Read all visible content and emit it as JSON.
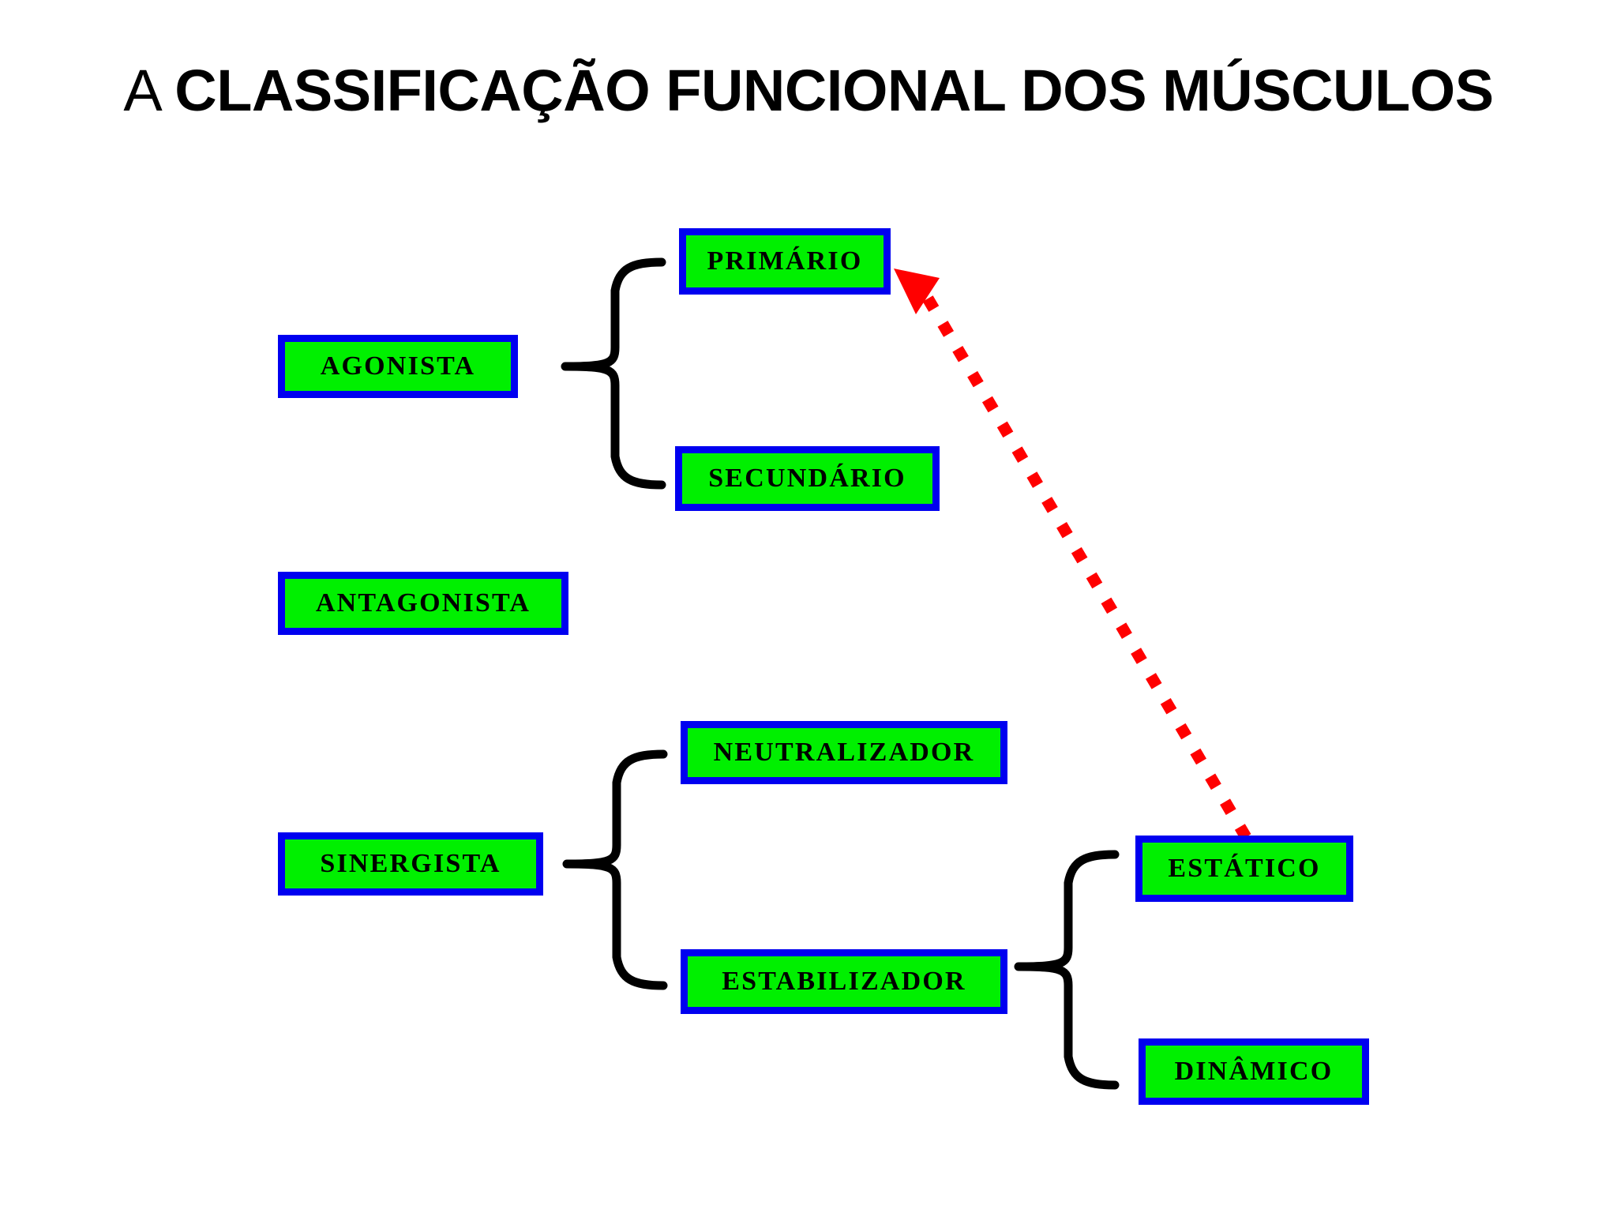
{
  "slide": {
    "title_lead": "A ",
    "title_strong": "CLASSIFICAÇÃO FUNCIONAL DOS MÚSCULOS",
    "background_color": "#ffffff"
  },
  "theme": {
    "box_border_color": "#0000f0",
    "box_fill_color": "#00f000",
    "box_text_color": "#000000",
    "brace_color": "#000000",
    "arrow_color": "#ff0000"
  },
  "nodes": {
    "agonista": {
      "label": "AGONISTA"
    },
    "primario": {
      "label": "PRIMÁRIO"
    },
    "secundario": {
      "label": "SECUNDÁRIO"
    },
    "antagonista": {
      "label": "ANTAGONISTA"
    },
    "sinergista": {
      "label": "SINERGISTA"
    },
    "neutralizador": {
      "label": "NEUTRALIZADOR"
    },
    "estabilizador": {
      "label": "ESTABILIZADOR"
    },
    "estatico": {
      "label": "ESTÁTICO"
    },
    "dinamico": {
      "label": "DINÂMICO"
    }
  },
  "connectors": {
    "brace_agonista": {
      "from": "agonista",
      "to": [
        "primario",
        "secundario"
      ],
      "style": "curly-brace"
    },
    "brace_sinergista": {
      "from": "sinergista",
      "to": [
        "neutralizador",
        "estabilizador"
      ],
      "style": "curly-brace"
    },
    "brace_estabilizador": {
      "from": "estabilizador",
      "to": [
        "estatico",
        "dinamico"
      ],
      "style": "curly-brace"
    },
    "arrow_estatico_primario": {
      "from": "estatico",
      "to": "primario",
      "style": "dotted-arrow",
      "color": "#ff0000"
    }
  }
}
